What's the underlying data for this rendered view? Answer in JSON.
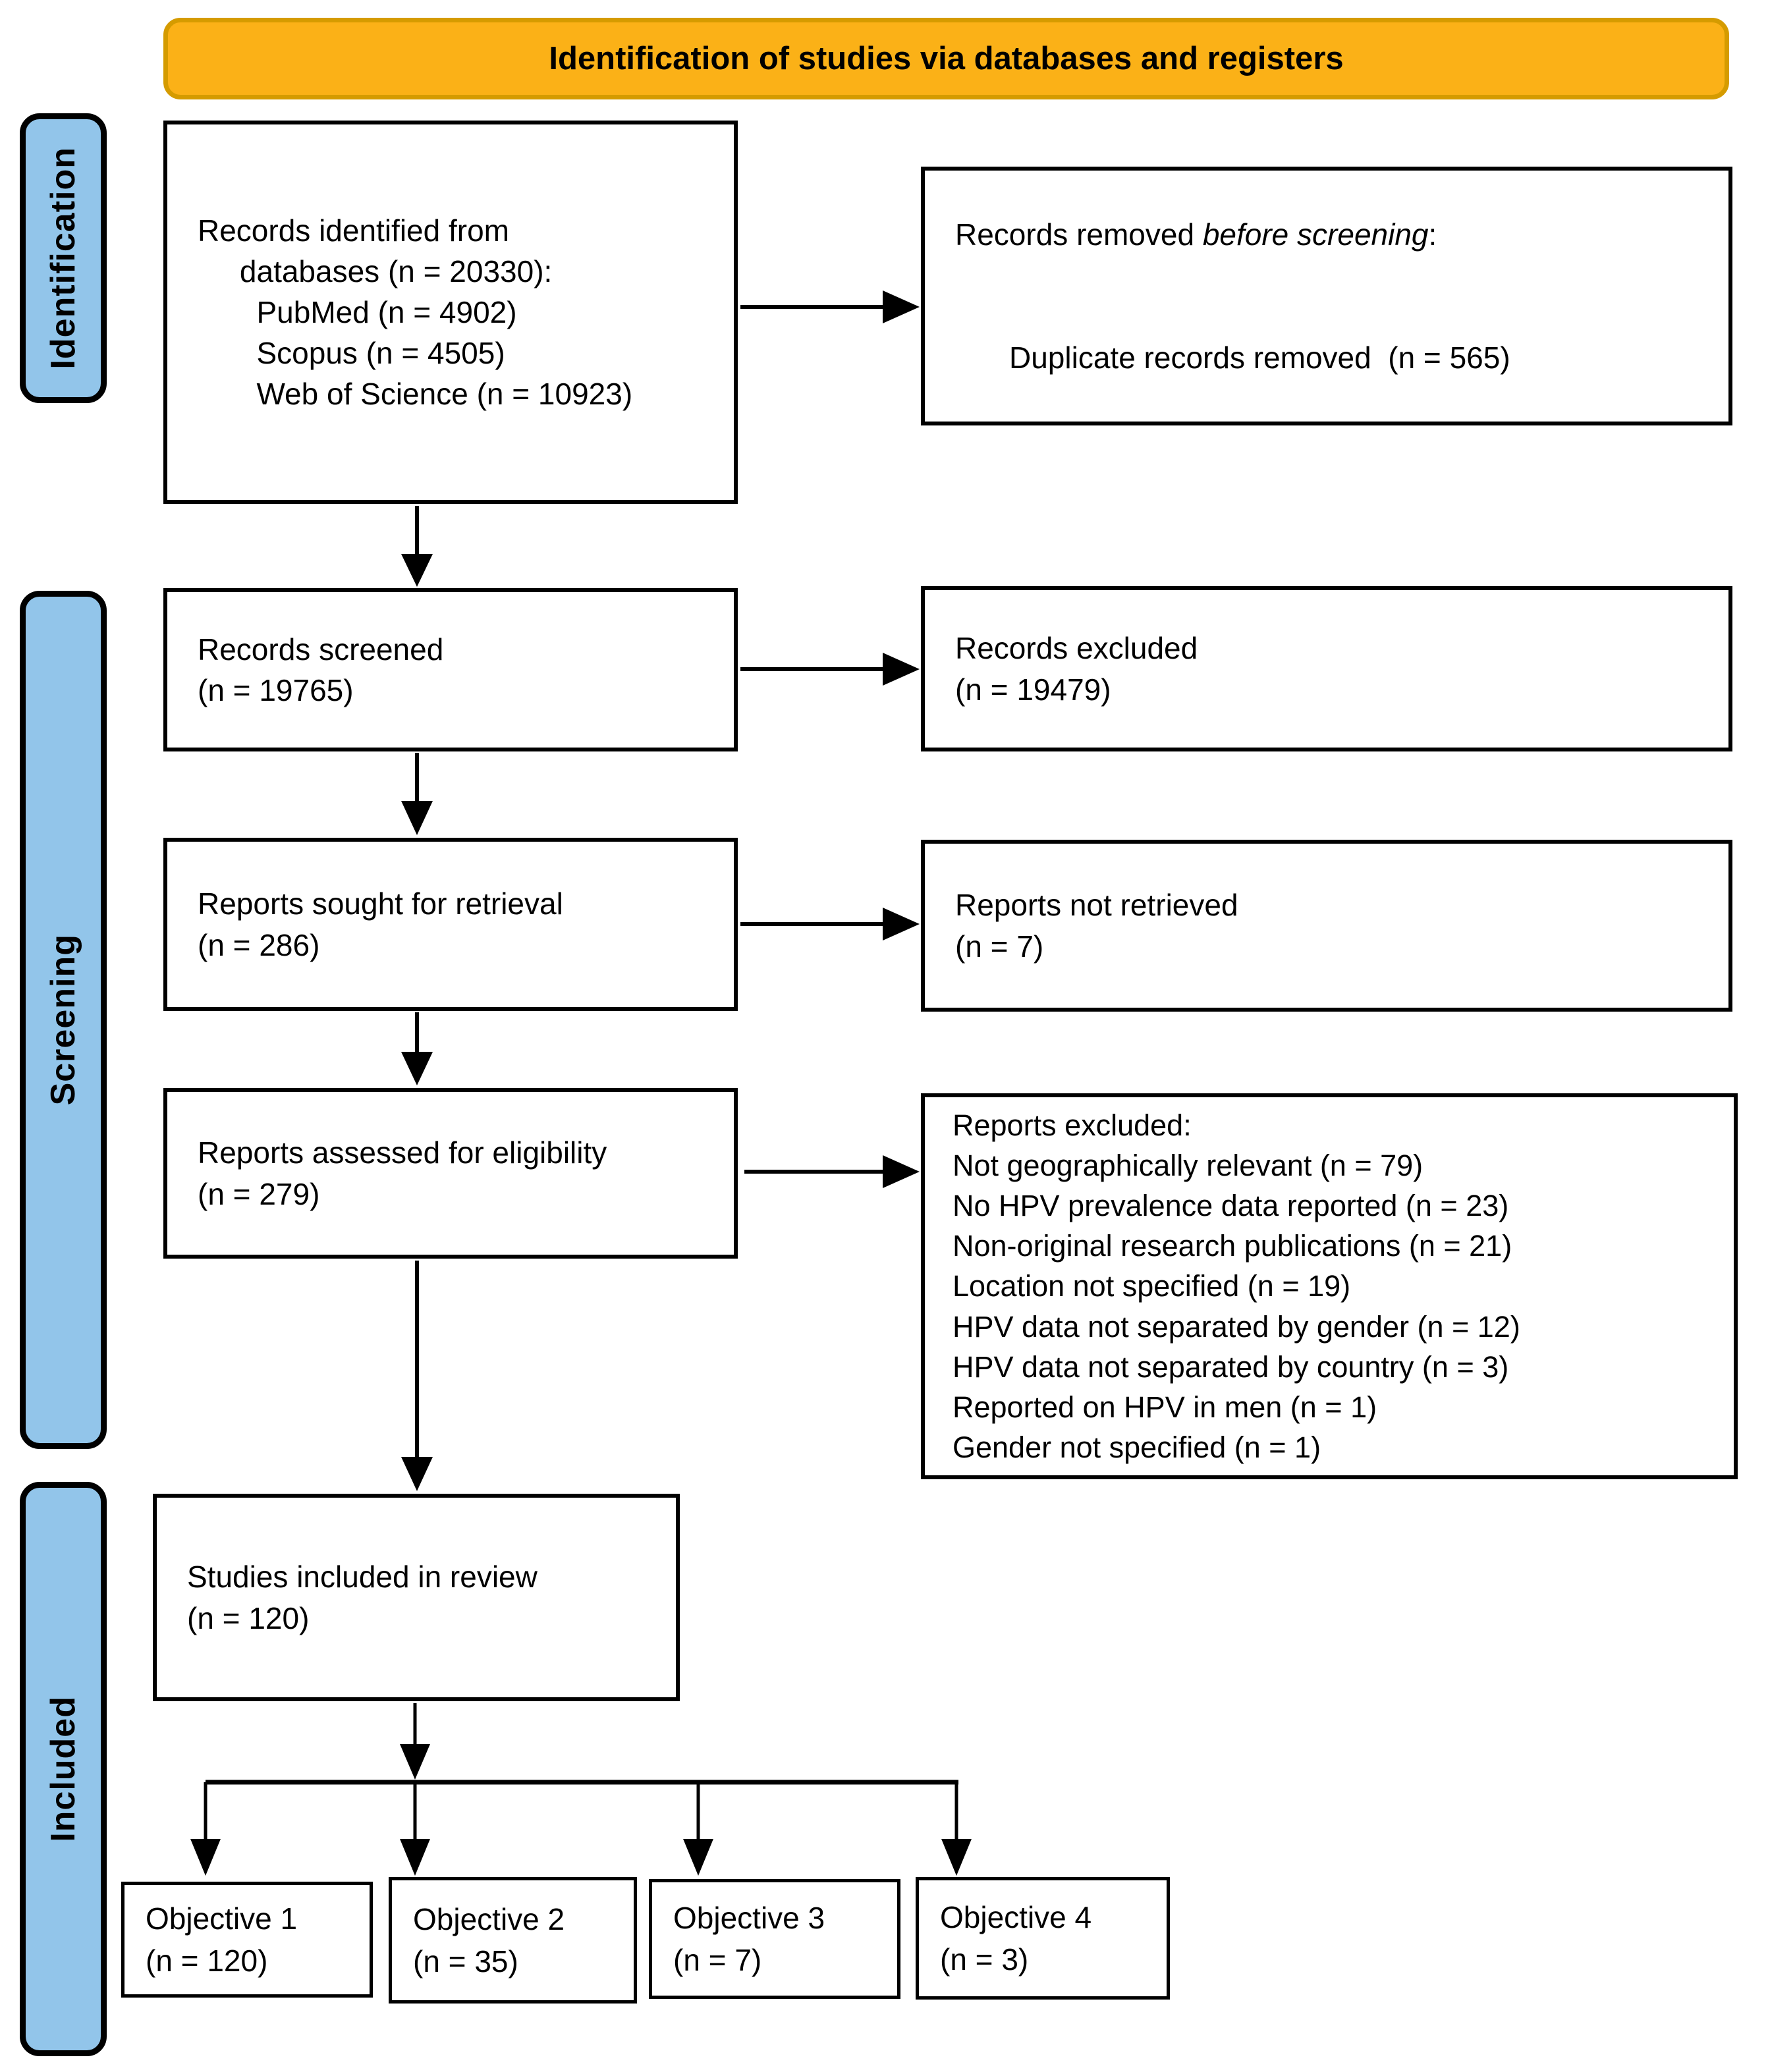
{
  "banner": {
    "title": "Identification of studies via databases and registers"
  },
  "colors": {
    "banner_bg": "#FBB117",
    "banner_border": "#D59B00",
    "stage_bg": "#92C5EA",
    "box_border": "#000000"
  },
  "stages": {
    "identification": "Identification",
    "screening": "Screening",
    "included": "Included"
  },
  "boxes": {
    "records_identified": {
      "lines": [
        "Records identified from",
        "     databases (n = 20330):",
        "       PubMed (n = 4902)",
        "       Scopus (n = 4505)",
        "       Web of Science (n = 10923)"
      ]
    },
    "records_removed": {
      "prefix": "Records removed ",
      "italic": "before screening",
      "suffix": ":",
      "detail": "Duplicate records removed  (n = 565)"
    },
    "records_screened": {
      "lines": [
        "Records screened",
        "(n = 19765)"
      ]
    },
    "records_excluded": {
      "lines": [
        "Records excluded",
        "(n = 19479)"
      ]
    },
    "reports_sought": {
      "lines": [
        "Reports sought for retrieval",
        "(n = 286)"
      ]
    },
    "reports_not_retrieved": {
      "lines": [
        "Reports not retrieved",
        "(n = 7)"
      ]
    },
    "reports_assessed": {
      "lines": [
        "Reports assessed for eligibility",
        "(n = 279)"
      ]
    },
    "reports_excluded": {
      "lines": [
        "Reports excluded:",
        "Not geographically relevant (n = 79)",
        "No HPV prevalence data reported (n = 23)",
        "Non-original research publications (n = 21)",
        "Location not specified (n = 19)",
        "HPV data not separated by gender (n = 12)",
        "HPV data not separated by country (n = 3)",
        "Reported on HPV in men (n = 1)",
        "Gender not specified (n = 1)"
      ]
    },
    "studies_included": {
      "lines": [
        "Studies included in review",
        "(n = 120)"
      ]
    },
    "objective1": {
      "lines": [
        "Objective 1",
        "(n = 120)"
      ]
    },
    "objective2": {
      "lines": [
        "Objective 2",
        "(n = 35)"
      ]
    },
    "objective3": {
      "lines": [
        "Objective 3",
        "(n = 7)"
      ]
    },
    "objective4": {
      "lines": [
        "Objective 4",
        "(n = 3)"
      ]
    }
  }
}
